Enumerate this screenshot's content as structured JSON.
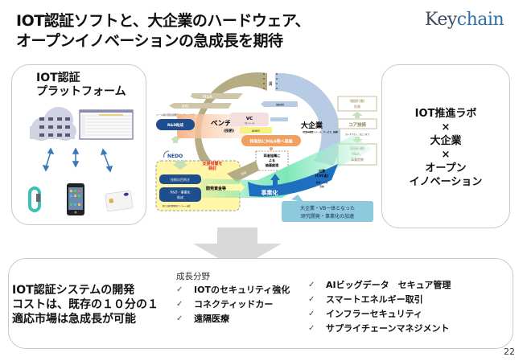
{
  "header": {
    "title_line1": "IOT認証ソフトと、大企業のハードウェア、",
    "title_line2": "オープンイノベーションの急成長を期待",
    "brand_part1": "Key",
    "brand_part2": "chain"
  },
  "left_panel": {
    "title_line1": "IOT認証",
    "title_line2": "プラットフォーム",
    "icons": [
      "cloud-server-icon",
      "dashboard-screenshot",
      "fitness-band-icon",
      "smartphone-icon",
      "ic-card-icon"
    ]
  },
  "diagram": {
    "gap_label": "溝",
    "ma_label": "M&A",
    "ipo_label": "IPO",
    "seed_caption": "シード期の研究開発型ベンチャー支援",
    "rd_grant": "R&D助成",
    "venture": "ベンチャー",
    "venture_sub": "(技術)",
    "vc": "VC",
    "vc_sub": "(カンドメ)",
    "small_yellow": "共同研究",
    "small_blue": "業務提携",
    "future_ma": "将来的にM&A等へ発展",
    "large_corp": "大企業",
    "large_corp_sub": "(資金&経営リソース、サービス、技術)",
    "indirect": "(間接行動)",
    "investment": "投資",
    "core_tech": "コア技術",
    "carveout": "カーブアウト、スピンオフ",
    "direct": "(直接行動)",
    "direct_ma": "M&A、",
    "business_alliance": "事業提携",
    "value_creation_l1": "両者協業に",
    "value_creation_l2": "よる",
    "value_creation_l3": "価値創造",
    "nedo": "NEDO",
    "support_l1": "支援措置を",
    "support_l2": "検討",
    "tech_eval": "技術の目利き",
    "rd_comm_l1": "R&D・事業化",
    "rd_comm_l2": "助成",
    "nedo_caption": "新たな研究開発型ベンチャー支援",
    "dev_funds": "開発資金等",
    "tech_band": "技術",
    "commercialization": "事業化",
    "investment_cvc_l1": "出資",
    "investment_cvc_l2": "(CVC含)",
    "talent_l1": "技術・人材",
    "talent_l2": "流動",
    "accel_l1": "大企業・VB一体となった",
    "accel_l2": "研究開発・事業化の加速"
  },
  "right_panel": {
    "lines": [
      "IOT推進ラボ",
      "×",
      "大企業",
      "×",
      "オープン",
      "イノベーション"
    ]
  },
  "bottom_panel": {
    "summary_lines": [
      "IOT認証システムの開発",
      "コストは、既存の１０分の１",
      "適応市場は急成長が可能"
    ],
    "growth_heading": "成長分野",
    "check_icon": "checkmark-icon",
    "growth_areas_a": [
      "IOTのセキュリティ強化",
      "コネクティッドカー",
      "遠隔医療"
    ],
    "growth_areas_b": [
      "AIビッグデータ　セキュア管理",
      "スマートエネルギー取引",
      "インフラーセキュリティ",
      "サプライチェーンマネジメント"
    ]
  },
  "footer": {
    "page_number": "22"
  },
  "colors": {
    "venture_arc": "#b5ac84",
    "corp_arc": "#b7cce4",
    "navy_box": "#1f4e8c",
    "orange": "#f0a060",
    "teal_box": "#8ec9dc",
    "green_band": "#7ce0b4",
    "nedo_yellow": "#fff6a8",
    "red_text": "#d93030",
    "arrow_gray": "#d9d9d9"
  }
}
